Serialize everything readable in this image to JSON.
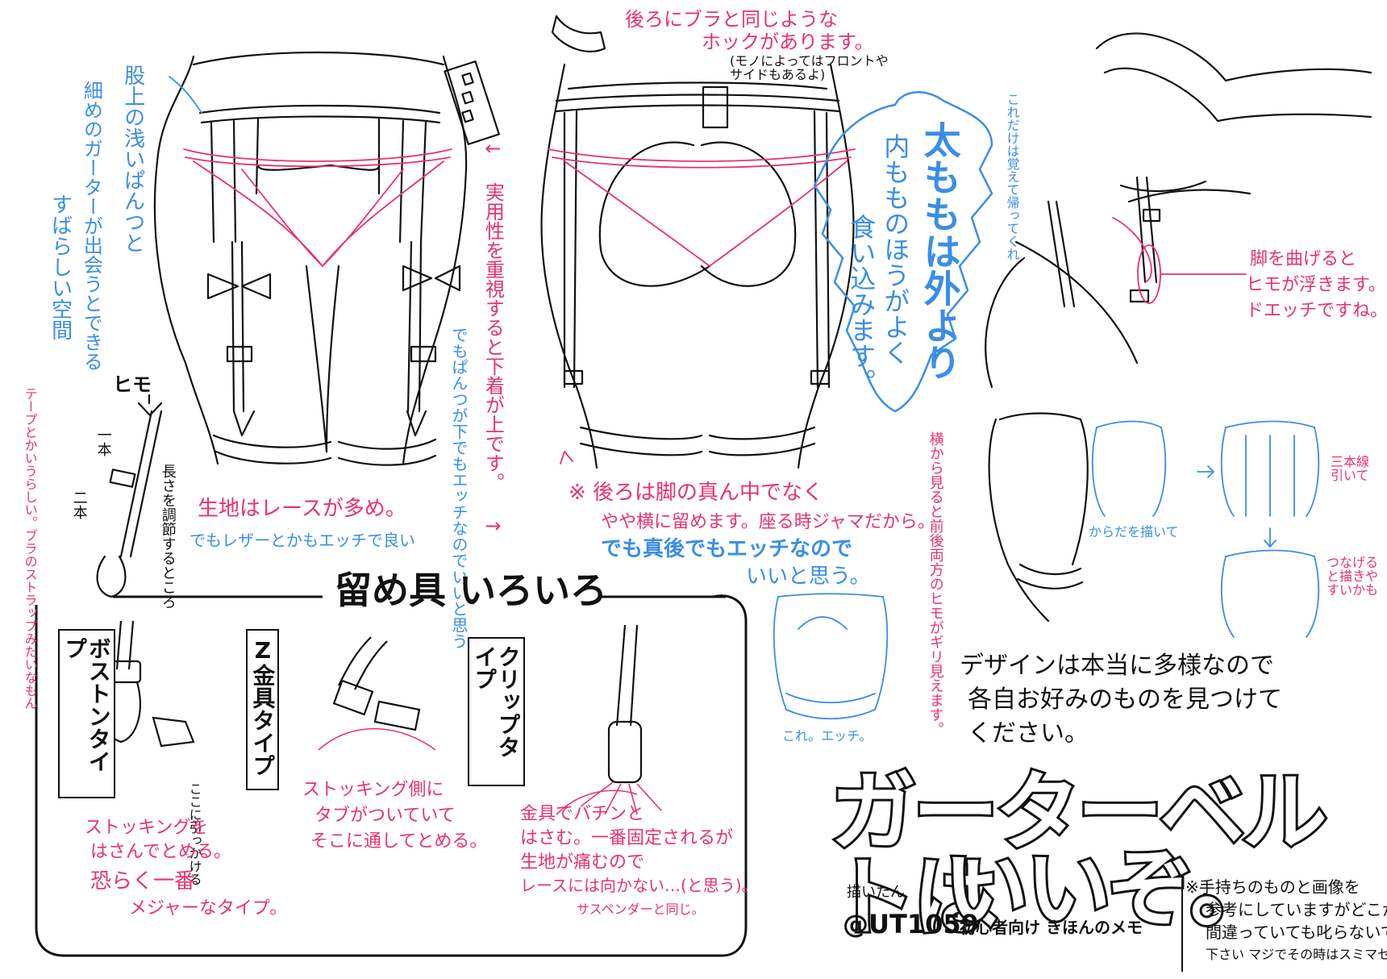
{
  "top_left_note": {
    "lines": [
      "股上の浅いぱんつと",
      "細めのガーターが出会うとできる",
      "すばらしい空間"
    ]
  },
  "strap_labels": {
    "himo": "ヒモ",
    "one": "一本",
    "two": "二本",
    "adjust": "長さを調節するところ",
    "tape": "テープとかいうらしい。ブラのストラップみたいなもん"
  },
  "practicality_note": "← 実用性を重視すると下着が上です。 →",
  "panties_note": "でもぱんつが下でもエッチなのでいいと思う",
  "fabric_note": {
    "line1": "生地はレースが多め。",
    "line2": "でもレザーとかもエッチで良い"
  },
  "back_hook_note": {
    "line1": "後ろにブラと同じような",
    "line2": "ホックがあります。",
    "line3": "(モノによってはフロントやサイドもあるよ)"
  },
  "back_placement_note": {
    "line1": "※ 後ろは脚の真ん中でなく",
    "line2": "やや横に留めます。座る時ジャマだから。",
    "line3": "でも真後でもエッチなので",
    "line4": "いいと思う。"
  },
  "thigh_bubble": {
    "line1": "太ももは外より",
    "line2": "内もものほうがよく",
    "line3": "食い込みます。"
  },
  "remember_note": "これだけは覚えて帰ってくれ",
  "bend_note": {
    "line1": "脚を曲げると",
    "line2": "ヒモが浮きます。",
    "line3": "ドエッチですね。"
  },
  "side_view_note": "横から見ると前後両方のヒモがギリ見えます。",
  "this_naughty": "これ。エッチ。",
  "draw_body": "からだを描いて",
  "three_lines": "三本線引いて",
  "connect_easy": "つなげると描きやすいかも",
  "design_note": {
    "line1": "デザインは本当に多様なので",
    "line2": "各自お好みのものを見つけて",
    "line3": "ください。"
  },
  "clasp_section": {
    "title": "留め具 いろいろ",
    "types": [
      {
        "label": "ボストンタイプ",
        "hook_note": "ここに引っかける",
        "desc": [
          "ストッキングを",
          "はさんでとめる。"
        ],
        "extra": [
          "恐らく一番",
          "メジャーなタイプ。"
        ]
      },
      {
        "label": "Z金具タイプ",
        "desc": [
          "ストッキング側に",
          "タブがついていて",
          "そこに通してとめる。"
        ]
      },
      {
        "label": "クリップタイプ",
        "desc": [
          "金具でバチンと",
          "はさむ。一番固定されるが",
          "生地が痛むので",
          "レースには向かない…(と思う)。"
        ],
        "extra": "サスペンダーと同じ。"
      }
    ]
  },
  "main_title": {
    "line1": "ガーターベルトは",
    "line2": "いいぞ。"
  },
  "credit": {
    "drawn_by": "描いたん",
    "author": "@UT1059",
    "subtitle": "初心者向け きほんのメモ"
  },
  "disclaimer": {
    "line1": "※手持ちのものと画像を",
    "line2": "参考にしていますがどこか",
    "line3": "間違っていても叱らないで",
    "line4": "下さい マジでその時はスミマセン"
  },
  "colors": {
    "blue": "#3a8ee6",
    "pink": "#e8326f",
    "ink": "#111111"
  }
}
